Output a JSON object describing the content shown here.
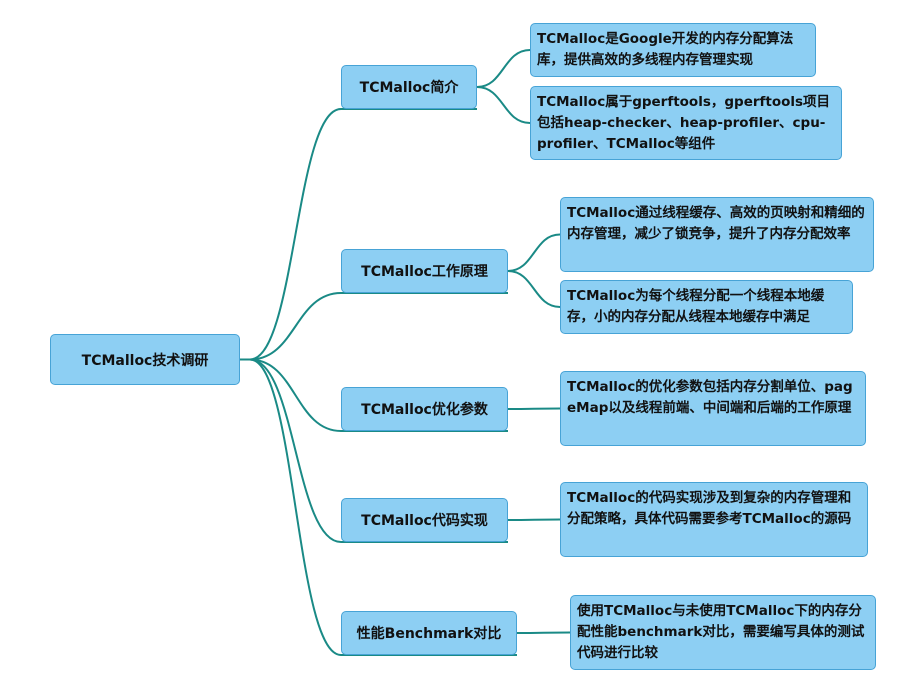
{
  "root": {
    "label": "TCMalloc技术调研"
  },
  "branches": [
    {
      "label": "TCMalloc简介",
      "leaves": [
        "TCMalloc是Google开发的内存分配算法库，提供高效的多线程内存管理实现",
        "TCMalloc属于gperftools，gperftools项目包括heap-checker、heap-profiler、cpu-profiler、TCMalloc等组件"
      ]
    },
    {
      "label": "TCMalloc工作原理",
      "leaves": [
        "TCMalloc通过线程缓存、高效的页映射和精细的内存管理，减少了锁竞争，提升了内存分配效率",
        "TCMalloc为每个线程分配一个线程本地缓存，小的内存分配从线程本地缓存中满足"
      ]
    },
    {
      "label": "TCMalloc优化参数",
      "leaves": [
        "TCMalloc的优化参数包括内存分割单位、pageMap以及线程前端、中间端和后端的工作原理"
      ]
    },
    {
      "label": "TCMalloc代码实现",
      "leaves": [
        "TCMalloc的代码实现涉及到复杂的内存管理和分配策略，具体代码需要参考TCMalloc的源码"
      ]
    },
    {
      "label": "性能Benchmark对比",
      "leaves": [
        "使用TCMalloc与未使用TCMalloc下的内存分配性能benchmark对比，需要编写具体的测试代码进行比较"
      ]
    }
  ]
}
